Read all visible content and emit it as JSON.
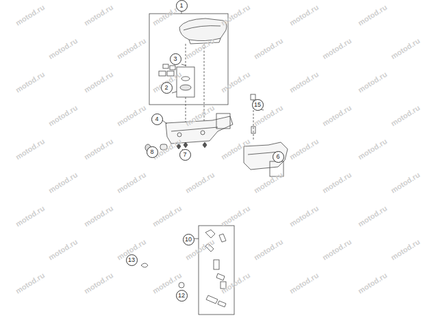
{
  "diagram": {
    "nodes": [
      {
        "text": [
          "1"
        ]
      },
      {
        "text": [
          "3"
        ]
      },
      {
        "text": [
          "2"
        ]
      },
      {
        "text": [
          "4"
        ]
      },
      {
        "text": [
          "15"
        ]
      },
      {
        "text": [
          "8"
        ]
      },
      {
        "text": [
          "7"
        ]
      },
      {
        "text": [
          "6"
        ]
      },
      {
        "text": [
          "10"
        ]
      },
      {
        "text": [
          "13"
        ]
      },
      {
        "text": [
          "12"
        ]
      }
    ],
    "labels": [
      "motod.ru",
      "motod.ru",
      "motod.ru",
      "motod.ru",
      "motod.ru",
      "motod.ru",
      "motod.ru",
      "motod.ru",
      "motod.ru",
      "motod.ru",
      "motod.ru",
      "motod.ru",
      "motod.ru",
      "motod.ru",
      "motod.ru",
      "motod.ru",
      "motod.ru",
      "motod.ru",
      "motod.ru",
      "motod.ru",
      "motod.ru",
      "motod.ru",
      "motod.ru",
      "motod.ru",
      "motod.ru",
      "motod.ru",
      "motod.ru",
      "motod.ru",
      "motod.ru",
      "motod.ru",
      "motod.ru",
      "motod.ru",
      "motod.ru",
      "motod.ru",
      "motod.ru",
      "motod.ru",
      "motod.ru",
      "motod.ru",
      "motod.ru",
      "motod.ru",
      "motod.ru",
      "motod.ru",
      "motod.ru",
      "motod.ru",
      "motod.ru",
      "motod.ru",
      "motod.ru",
      "motod.ru",
      "motod.ru",
      "motod.ru",
      "motod.ru",
      "motod.ru",
      "motod.ru",
      "motod.ru"
    ]
  }
}
